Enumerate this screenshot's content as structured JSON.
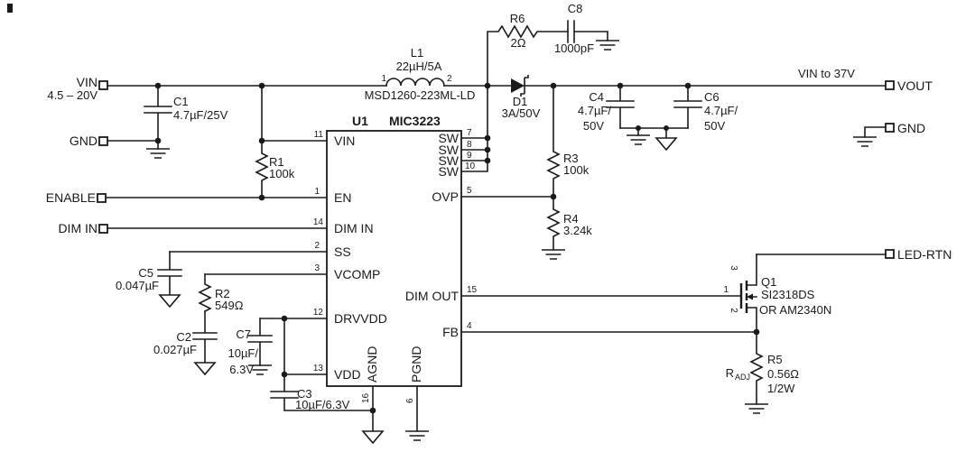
{
  "colors": {
    "ink": "#1a1a1a",
    "background": "#ffffff"
  },
  "terminals": {
    "vin": {
      "label": "VIN",
      "range": "4.5 – 20V"
    },
    "gnd_left": {
      "label": "GND"
    },
    "enable": {
      "label": "ENABLE"
    },
    "dim_in": {
      "label": "DIM IN"
    },
    "vout": {
      "label": "VOUT",
      "note": "VIN to 37V"
    },
    "gnd_right": {
      "label": "GND"
    },
    "led_rtn": {
      "label": "LED-RTN"
    }
  },
  "ic": {
    "ref": "U1",
    "part": "MIC3223",
    "pins": {
      "vin": {
        "num": "11",
        "name": "VIN"
      },
      "en": {
        "num": "1",
        "name": "EN"
      },
      "dim_in": {
        "num": "14",
        "name": "DIM IN"
      },
      "ss": {
        "num": "2",
        "name": "SS"
      },
      "vcomp": {
        "num": "3",
        "name": "VCOMP"
      },
      "drvvdd": {
        "num": "12",
        "name": "DRVVDD"
      },
      "vdd": {
        "num": "13",
        "name": "VDD"
      },
      "agnd": {
        "num": "16",
        "name": "AGND"
      },
      "pgnd": {
        "num": "6",
        "name": "PGND"
      },
      "sw7": {
        "num": "7",
        "name": "SW"
      },
      "sw8": {
        "num": "8",
        "name": "SW"
      },
      "sw9": {
        "num": "9",
        "name": "SW"
      },
      "sw10": {
        "num": "10",
        "name": "SW"
      },
      "ovp": {
        "num": "5",
        "name": "OVP"
      },
      "dim_out": {
        "num": "15",
        "name": "DIM OUT"
      },
      "fb": {
        "num": "4",
        "name": "FB"
      }
    }
  },
  "components": {
    "c1": {
      "ref": "C1",
      "value": "4.7µF/25V"
    },
    "r1": {
      "ref": "R1",
      "value": "100k"
    },
    "l1": {
      "ref": "L1",
      "value": "22µH/5A",
      "part": "MSD1260-223ML-LD",
      "pin1": "1",
      "pin2": "2"
    },
    "r6": {
      "ref": "R6",
      "value": "2Ω"
    },
    "c8": {
      "ref": "C8",
      "value": "1000pF"
    },
    "d1": {
      "ref": "D1",
      "value": "3A/50V"
    },
    "c4": {
      "ref": "C4",
      "value1": "4.7µF/",
      "value2": "50V"
    },
    "c6": {
      "ref": "C6",
      "value1": "4.7µF/",
      "value2": "50V"
    },
    "r3": {
      "ref": "R3",
      "value": "100k"
    },
    "r4": {
      "ref": "R4",
      "value": "3.24k"
    },
    "c5": {
      "ref": "C5",
      "value": "0.047µF"
    },
    "r2": {
      "ref": "R2",
      "value": "549Ω"
    },
    "c2": {
      "ref": "C2",
      "value": "0.027µF"
    },
    "c7": {
      "ref": "C7",
      "value1": "10µF/",
      "value2": "6.3V"
    },
    "c3": {
      "ref": "C3",
      "value": "10µF/6.3V"
    },
    "q1": {
      "ref": "Q1",
      "part1": "SI2318DS",
      "part2": "OR AM2340N",
      "pin1": "1",
      "pin2": "2",
      "pin3": "3"
    },
    "r5": {
      "ref": "R5",
      "value": "0.56Ω",
      "power": "1/2W"
    },
    "radj": {
      "base": "R",
      "sub": "ADJ"
    }
  }
}
